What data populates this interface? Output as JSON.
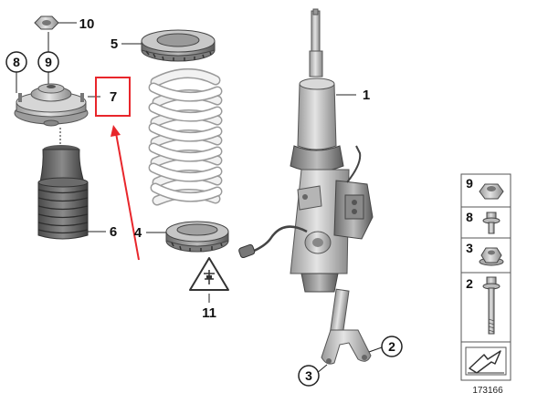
{
  "diagram": {
    "image_number": "173166",
    "highlight_color": "#e8262b",
    "callouts": [
      {
        "id": "1",
        "label": "1"
      },
      {
        "id": "2",
        "label": "2"
      },
      {
        "id": "3",
        "label": "3"
      },
      {
        "id": "4",
        "label": "4"
      },
      {
        "id": "5",
        "label": "5"
      },
      {
        "id": "6",
        "label": "6"
      },
      {
        "id": "7",
        "label": "7"
      },
      {
        "id": "8",
        "label": "8"
      },
      {
        "id": "9",
        "label": "9"
      },
      {
        "id": "10",
        "label": "10"
      },
      {
        "id": "11",
        "label": "11"
      }
    ],
    "legend": [
      {
        "label": "9",
        "icon": "nut-icon"
      },
      {
        "label": "8",
        "icon": "flange-bolt-icon"
      },
      {
        "label": "3",
        "icon": "hex-nut-icon"
      },
      {
        "label": "2",
        "icon": "long-bolt-icon"
      }
    ],
    "legend_footer_icon": "page-arrow-icon"
  }
}
